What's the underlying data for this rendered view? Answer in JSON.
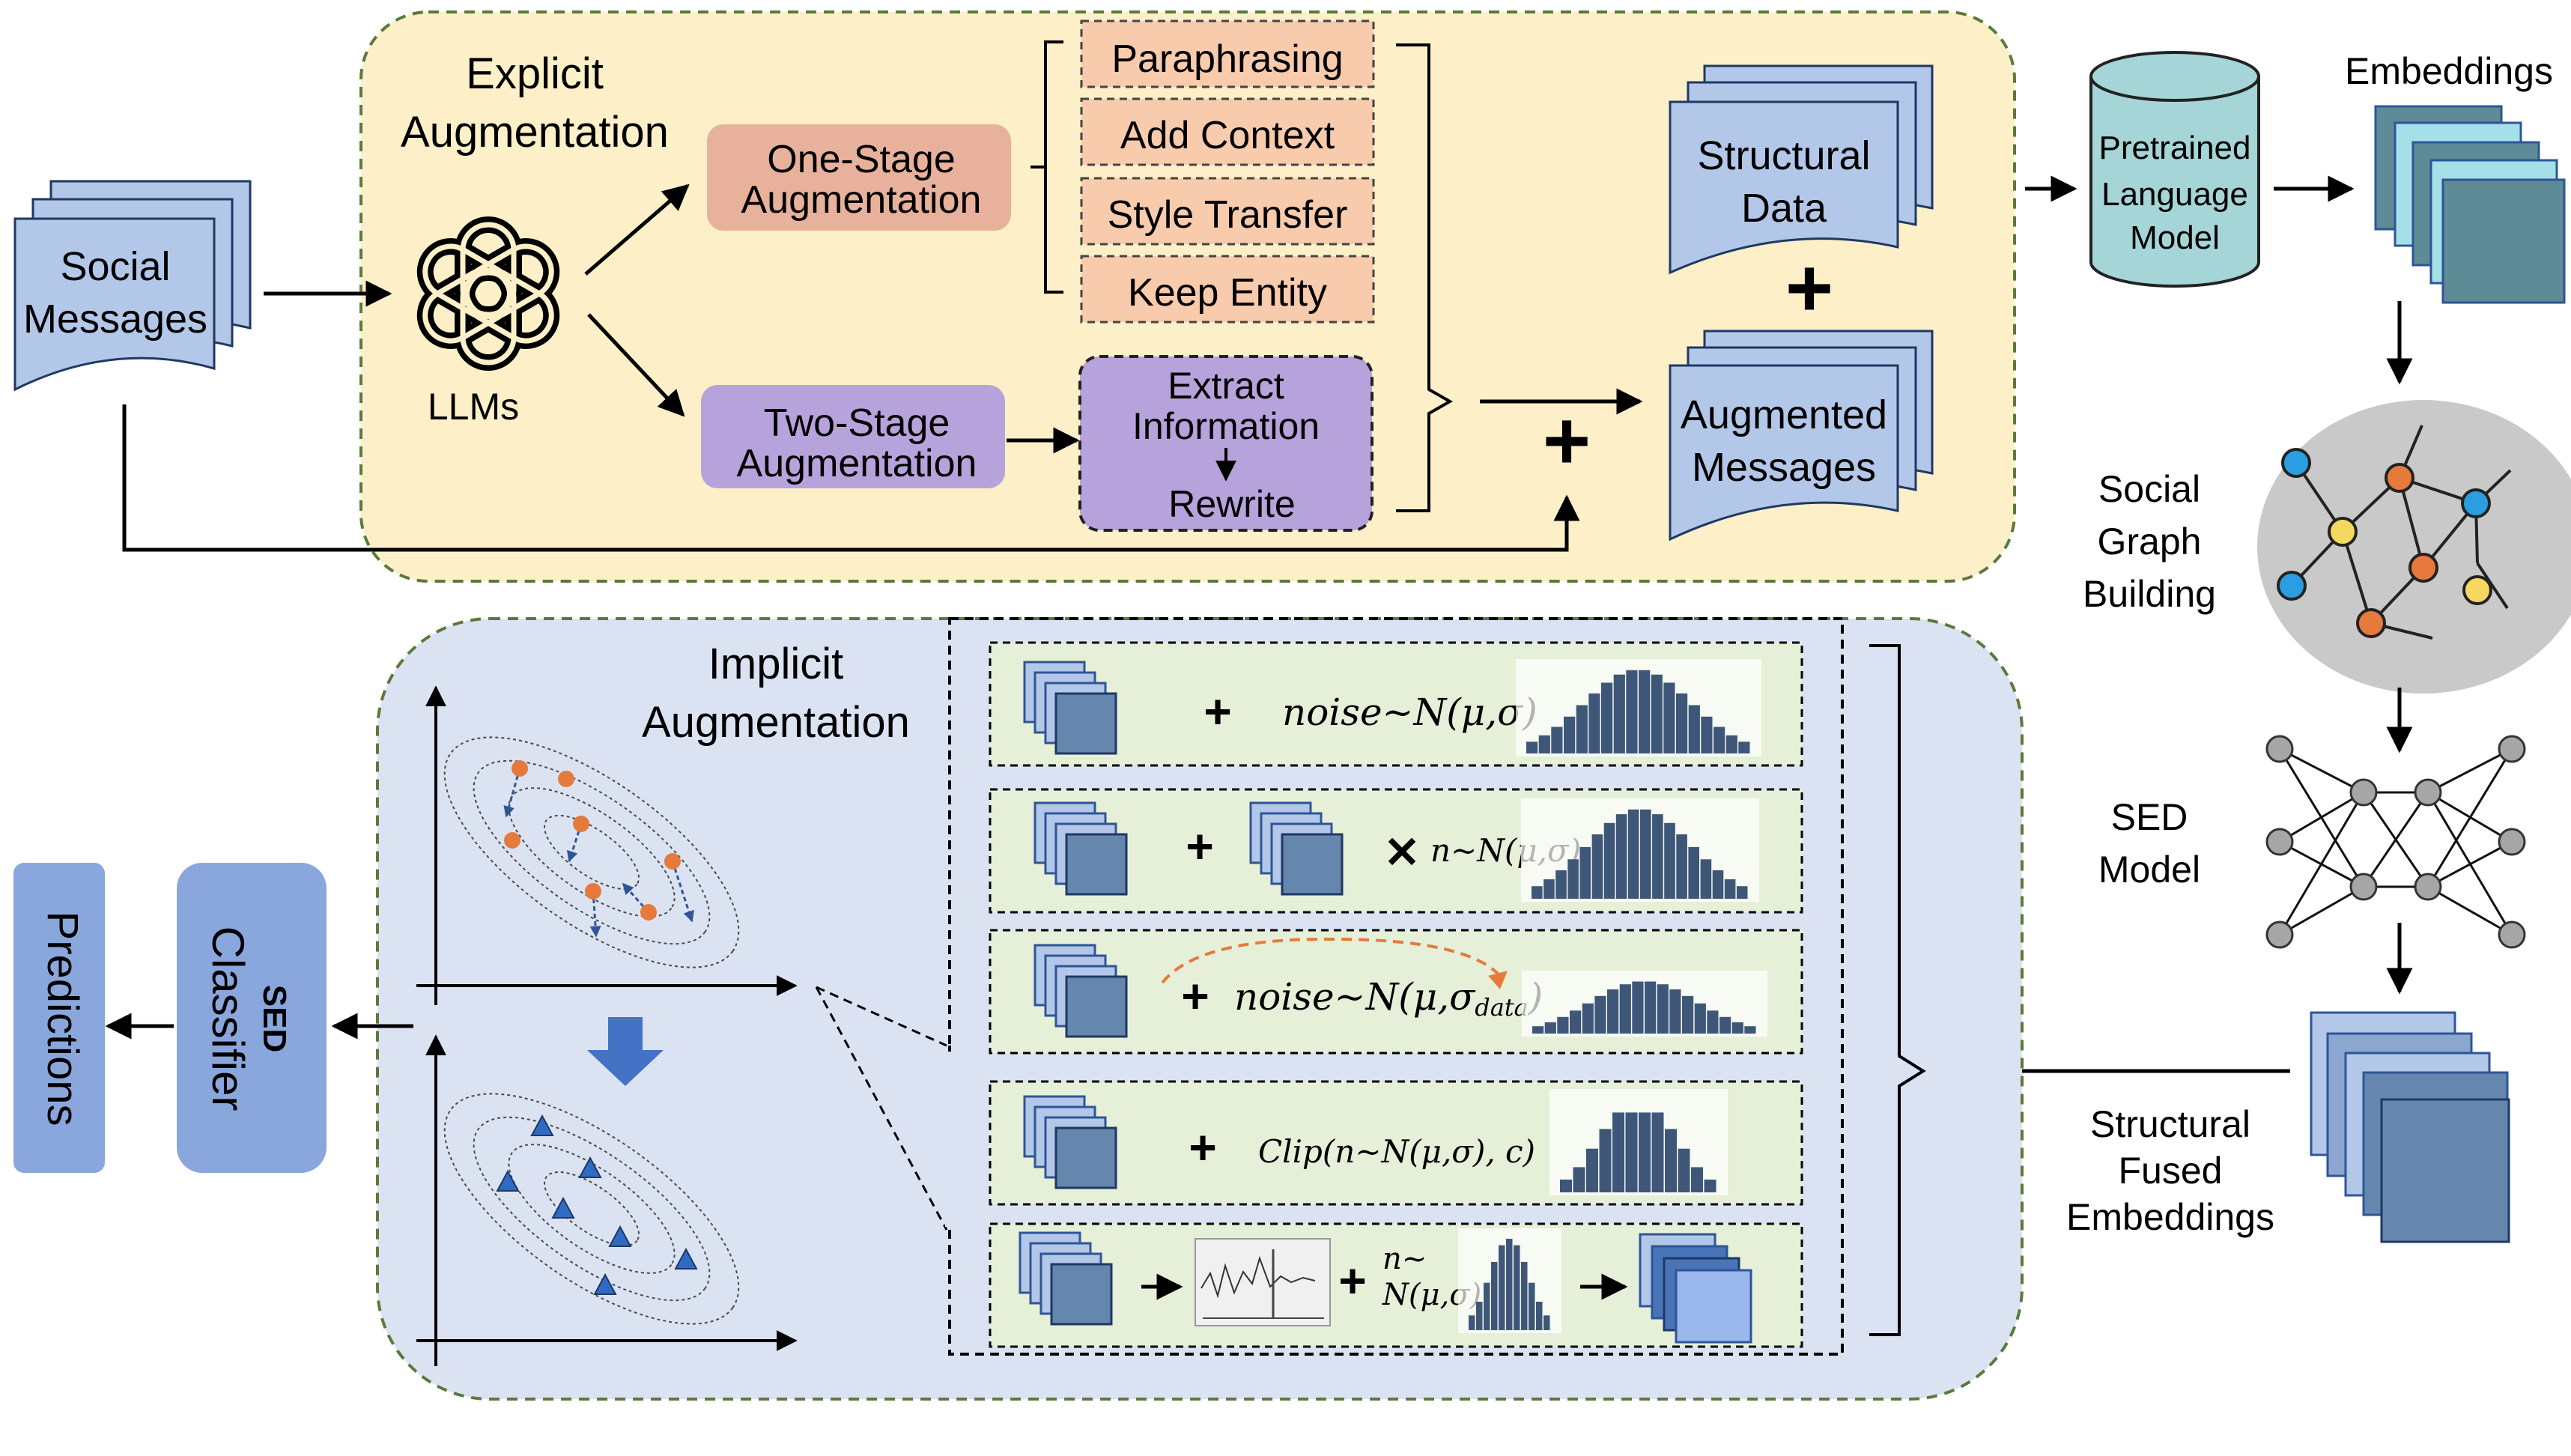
{
  "explicit": {
    "title_line1": "Explicit",
    "title_line2": "Augmentation",
    "llm_label": "LLMs",
    "one_stage_line1": "One-Stage",
    "one_stage_line2": "Augmentation",
    "two_stage_line1": "Two-Stage",
    "two_stage_line2": "Augmentation",
    "methods": [
      "Paraphrasing",
      "Add Context",
      "Style Transfer",
      "Keep Entity"
    ],
    "two_stage_steps": {
      "line1": "Extract",
      "line2": "Information",
      "line3": "Rewrite"
    },
    "structural_line1": "Structural",
    "structural_line2": "Data",
    "augmented_line1": "Augmented",
    "augmented_line2": "Messages",
    "plus": "+"
  },
  "social_messages": {
    "line1": "Social",
    "line2": "Messages"
  },
  "plm": {
    "line1": "Pretrained",
    "line2": "Language",
    "line3": "Model"
  },
  "embeddings_label": "Embeddings",
  "social_graph": {
    "line1": "Social",
    "line2": "Graph",
    "line3": "Building"
  },
  "sed_model": {
    "line1": "SED",
    "line2": "Model"
  },
  "fused": {
    "line1": "Structural",
    "line2": "Fused",
    "line3": "Embeddings"
  },
  "implicit": {
    "title_line1": "Implicit",
    "title_line2": "Augmentation",
    "rows": [
      {
        "plus": "+",
        "formula": "noise~N(μ,σ)"
      },
      {
        "plus": "+",
        "times": "✕",
        "formula": "n~N(μ,σ)"
      },
      {
        "plus": "+",
        "formula_main": "noise~N(μ,σ",
        "formula_sub": "data",
        "formula_close": ")"
      },
      {
        "plus": "+",
        "formula": "Clip(n~N(μ,σ), c)"
      },
      {
        "plus": "+",
        "formula_line1": "n~",
        "formula_line2": "N(μ,σ)"
      }
    ]
  },
  "classifier": {
    "line1": "SED",
    "line2": "Classifier"
  },
  "predictions": "Predictions",
  "colors": {
    "explicit_bg": "#fdf0c8",
    "implicit_bg": "#dbe3f3",
    "doc_fill": "#b3c7e8",
    "one_stage": "#e8b19c",
    "two_stage": "#b7a3dc",
    "method_box": "#f8cbad",
    "row_green": "#e6f0d8",
    "bar": "#3e5779",
    "cylinder": "#a5d5d6",
    "node_orange": "#e67a3c",
    "node_blue": "#2a9ee0",
    "node_yellow": "#f5d860",
    "classifier_blue": "#8aa7dd"
  }
}
